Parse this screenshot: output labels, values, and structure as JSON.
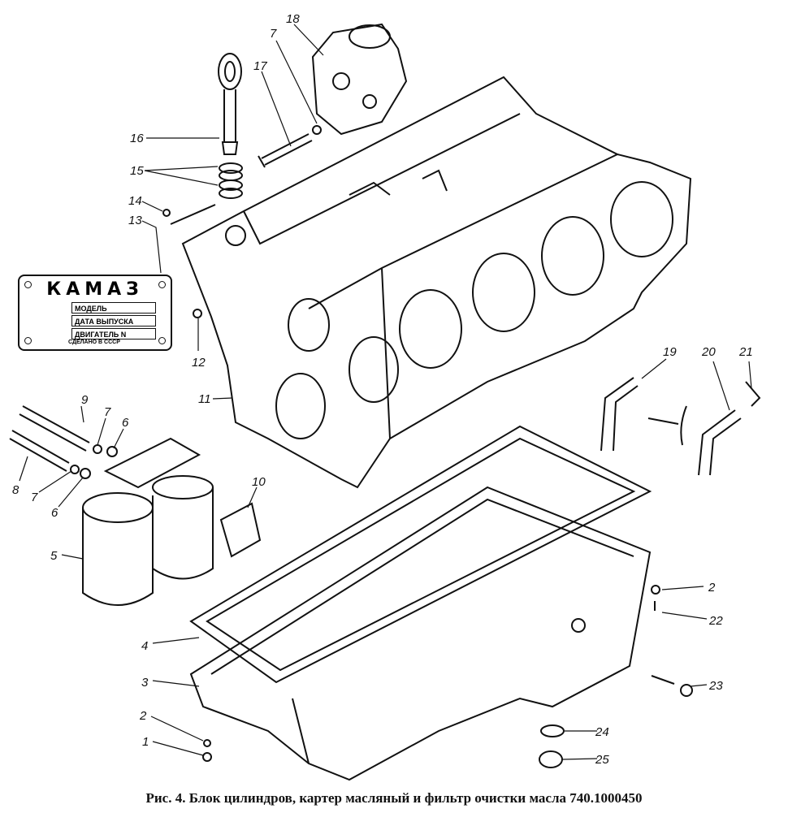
{
  "figure": {
    "caption": "Рис. 4. Блок цилиндров, картер масляный и фильтр очистки масла 740.1000450"
  },
  "nameplate": {
    "brand": "КАМАЗ",
    "rows": [
      "МОДЕЛЬ",
      "ДАТА ВЫПУСКА",
      "ДВИГАТЕЛЬ N"
    ],
    "footer": "СДЕЛАНО В СССР"
  },
  "callouts": [
    "18",
    "17",
    "7",
    "16",
    "15",
    "14",
    "13",
    "12",
    "11",
    "19",
    "20",
    "21",
    "9",
    "7",
    "6",
    "8",
    "7",
    "6",
    "10",
    "5",
    "4",
    "3",
    "2",
    "1",
    "2",
    "22",
    "23",
    "24",
    "25"
  ]
}
